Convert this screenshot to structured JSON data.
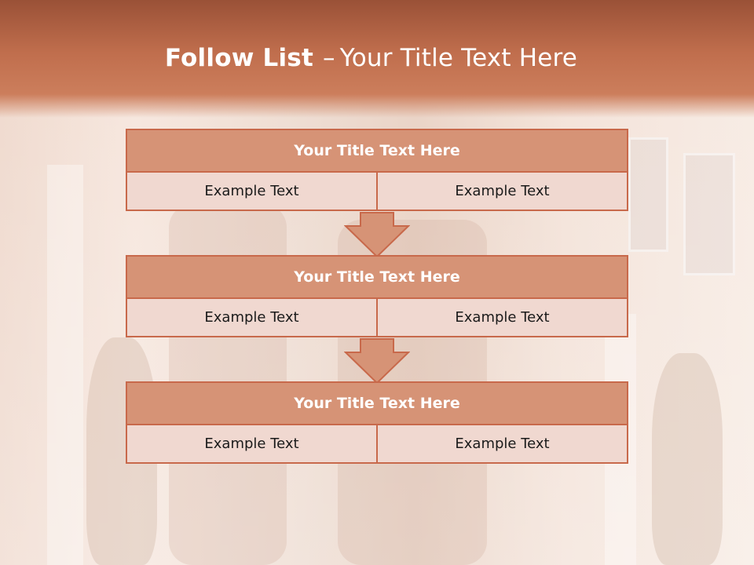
{
  "slide": {
    "title_bold": "Follow List",
    "title_dash": "–",
    "title_rest": "Your Title Text Here"
  },
  "blocks": [
    {
      "title": "Your Title Text Here",
      "left": "Example Text",
      "right": "Example Text"
    },
    {
      "title": "Your Title Text Here",
      "left": "Example Text",
      "right": "Example Text"
    },
    {
      "title": "Your Title Text Here",
      "left": "Example Text",
      "right": "Example Text"
    }
  ],
  "colors": {
    "header": "#c06e4d",
    "box_fill": "#d69376",
    "box_border": "#c8694b",
    "cell_fill": "#f0d8d0"
  }
}
